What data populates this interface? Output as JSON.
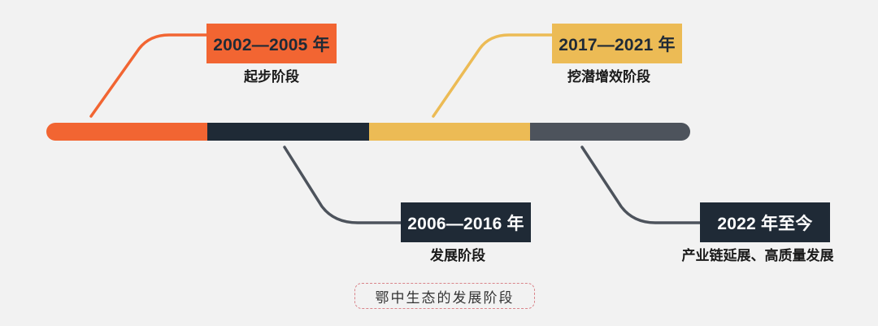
{
  "colors": {
    "background": "#f2f2f2",
    "orange": "#f26532",
    "navy": "#1f2a36",
    "gold": "#ecbb55",
    "gray": "#4d535c",
    "box_text_light": "#ffffff",
    "box_text_dark": "#1f2a36"
  },
  "stages": [
    {
      "years": "2002—2005 年",
      "label": "起步阶段"
    },
    {
      "years": "2006—2016 年",
      "label": "发展阶段"
    },
    {
      "years": "2017—2021 年",
      "label": "挖潜增效阶段"
    },
    {
      "years": "2022 年至今",
      "label": "产业链延展、高质量发展"
    }
  ],
  "caption": "鄂中生态的发展阶段"
}
